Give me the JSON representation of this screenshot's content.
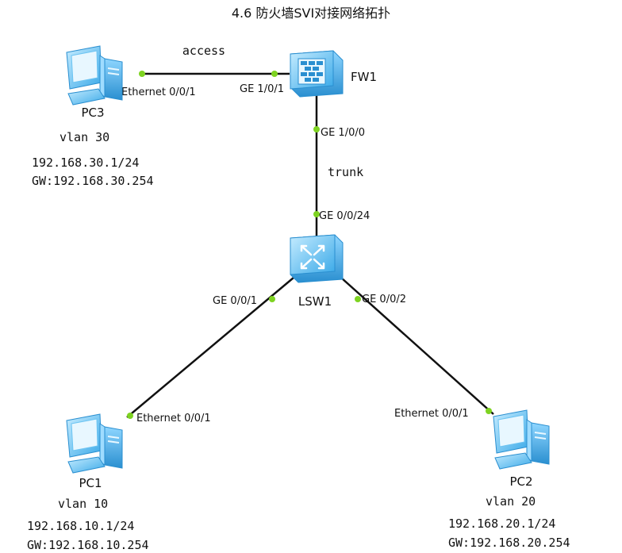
{
  "title": "4.6 防火墙SVI对接网络拓扑",
  "links": {
    "pc3_fw1": {
      "label": "access",
      "port_a": "Ethernet 0/0/1",
      "port_b": "GE 1/0/1"
    },
    "fw1_lsw1": {
      "label": "trunk",
      "port_a": "GE 1/0/0",
      "port_b": "GE 0/0/24"
    },
    "lsw1_pc1": {
      "port_a": "GE 0/0/1",
      "port_b": "Ethernet 0/0/1"
    },
    "lsw1_pc2": {
      "port_a": "GE 0/0/2",
      "port_b": "Ethernet 0/0/1"
    }
  },
  "devices": {
    "pc3": {
      "name": "PC3",
      "vlan": "vlan 30",
      "ip": "192.168.30.1/24",
      "gw": "GW:192.168.30.254",
      "icon": "pc-icon"
    },
    "fw1": {
      "name": "FW1",
      "icon": "firewall-icon"
    },
    "lsw1": {
      "name": "LSW1",
      "icon": "switch-icon"
    },
    "pc1": {
      "name": "PC1",
      "vlan": "vlan 10",
      "ip": "192.168.10.1/24",
      "gw": "GW:192.168.10.254",
      "icon": "pc-icon"
    },
    "pc2": {
      "name": "PC2",
      "vlan": "vlan 20",
      "ip": "192.168.20.1/24",
      "gw": "GW:192.168.20.254",
      "icon": "pc-icon"
    }
  },
  "colors": {
    "port_dot": "#7ed321",
    "icon_blue": "#5bc0f0",
    "icon_dark": "#2a8fd0"
  }
}
